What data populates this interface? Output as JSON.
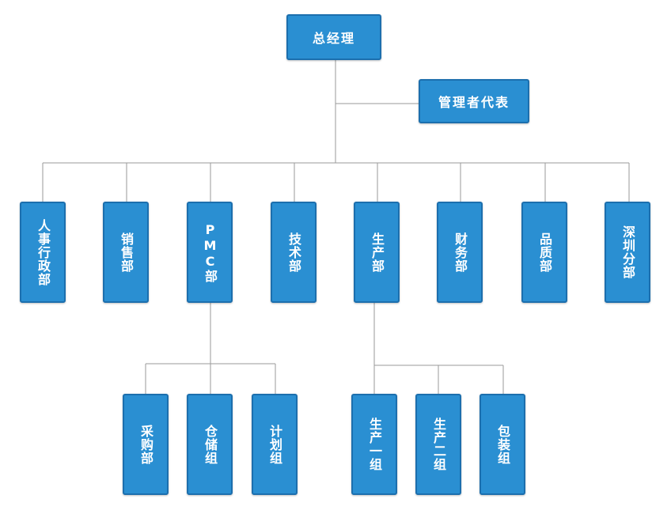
{
  "top": {
    "ceo": "总经理",
    "rep": "管理者代表"
  },
  "departments": [
    "人事行政部",
    "销售部",
    "PMC部",
    "技术部",
    "生产部",
    "财务部",
    "品质部",
    "深圳分部"
  ],
  "pmc_groups": [
    "采购部",
    "仓储组",
    "计划组"
  ],
  "production_groups": [
    "生产一组",
    "生产二组",
    "包装组"
  ],
  "colors": {
    "box_fill": "#2a8fd2",
    "box_border": "#1c6fae",
    "line": "#9a9a9a"
  }
}
